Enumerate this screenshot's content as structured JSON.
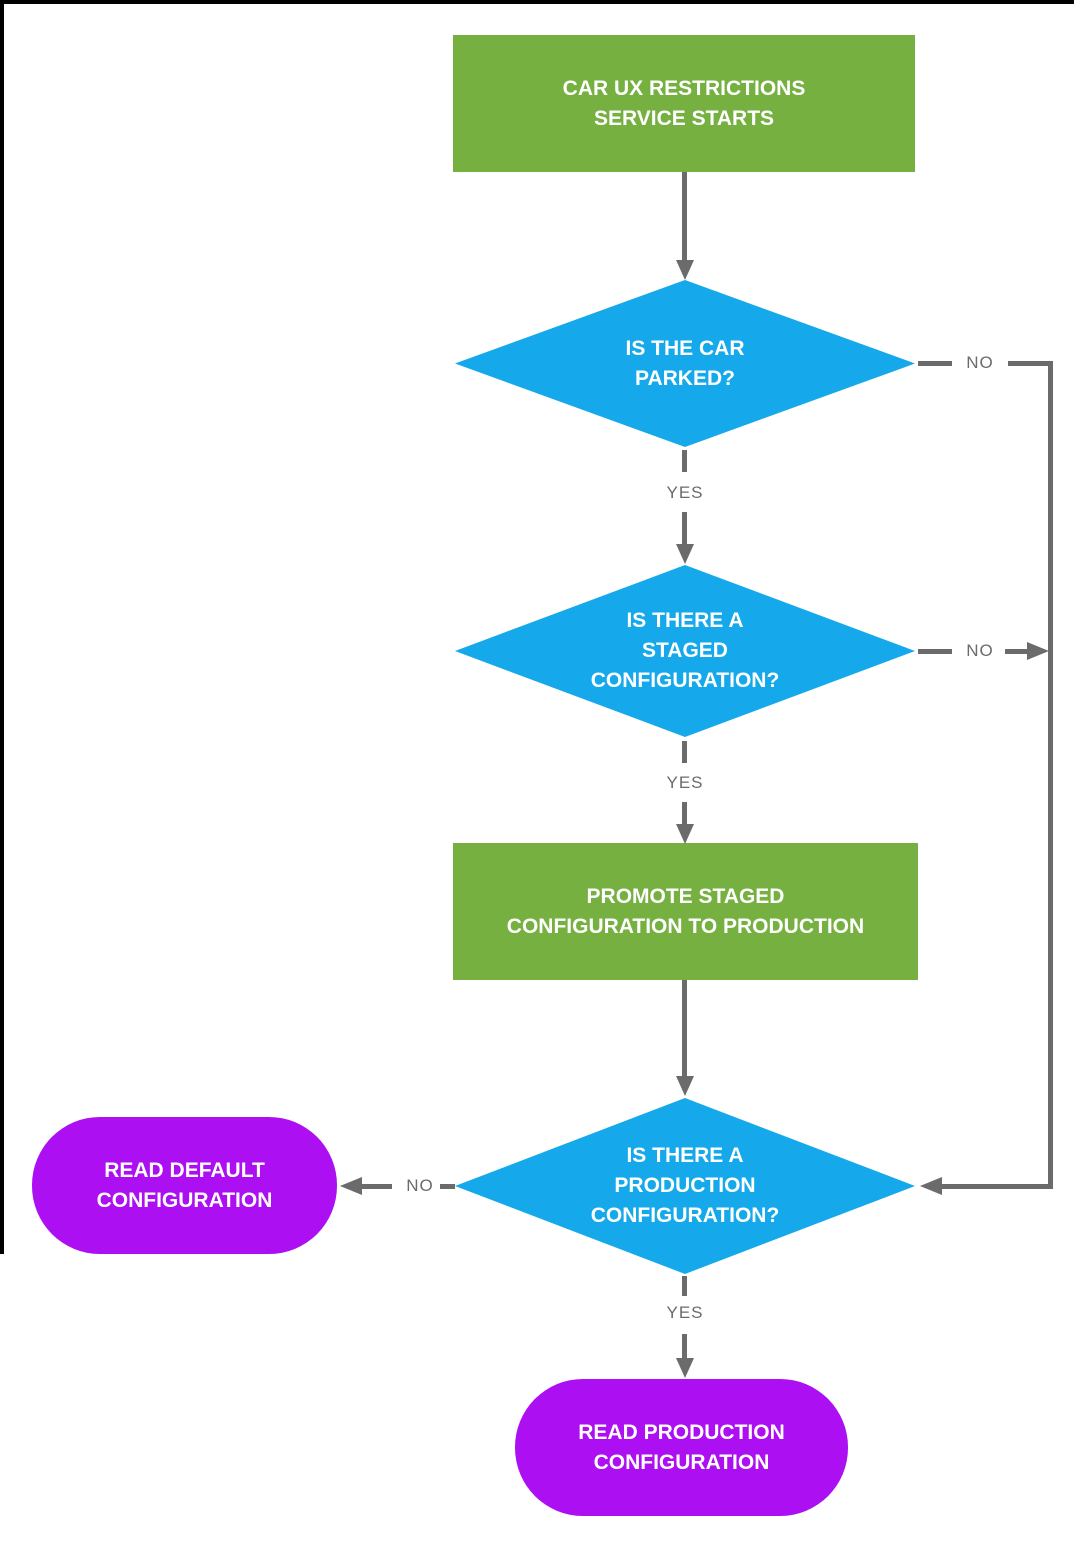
{
  "colors": {
    "process": "#76B041",
    "decision": "#15A9EC",
    "terminal": "#AC0FF2",
    "connector": "#6B6B6B",
    "frame": "#000000",
    "node_text": "#FFFFFF"
  },
  "nodes": {
    "start": {
      "shape": "process",
      "lines": [
        "CAR UX RESTRICTIONS",
        "SERVICE STARTS"
      ]
    },
    "is_parked": {
      "shape": "decision",
      "lines": [
        "IS THE CAR",
        "PARKED?"
      ]
    },
    "is_staged": {
      "shape": "decision",
      "lines": [
        "IS THERE A",
        "STAGED",
        "CONFIGURATION?"
      ]
    },
    "promote": {
      "shape": "process",
      "lines": [
        "PROMOTE STAGED",
        "CONFIGURATION TO PRODUCTION"
      ]
    },
    "is_production": {
      "shape": "decision",
      "lines": [
        "IS THERE A",
        "PRODUCTION",
        "CONFIGURATION?"
      ]
    },
    "read_default": {
      "shape": "terminal",
      "lines": [
        "READ DEFAULT",
        "CONFIGURATION"
      ]
    },
    "read_production": {
      "shape": "terminal",
      "lines": [
        "READ PRODUCTION",
        "CONFIGURATION"
      ]
    }
  },
  "edges": [
    {
      "from": "start",
      "to": "is_parked",
      "label": ""
    },
    {
      "from": "is_parked",
      "to": "is_staged",
      "label": "YES"
    },
    {
      "from": "is_parked",
      "to": "is_production",
      "label": "NO"
    },
    {
      "from": "is_staged",
      "to": "promote",
      "label": "YES"
    },
    {
      "from": "is_staged",
      "to": "is_production",
      "label": "NO"
    },
    {
      "from": "promote",
      "to": "is_production",
      "label": ""
    },
    {
      "from": "is_production",
      "to": "read_default",
      "label": "NO"
    },
    {
      "from": "is_production",
      "to": "read_production",
      "label": "YES"
    }
  ]
}
